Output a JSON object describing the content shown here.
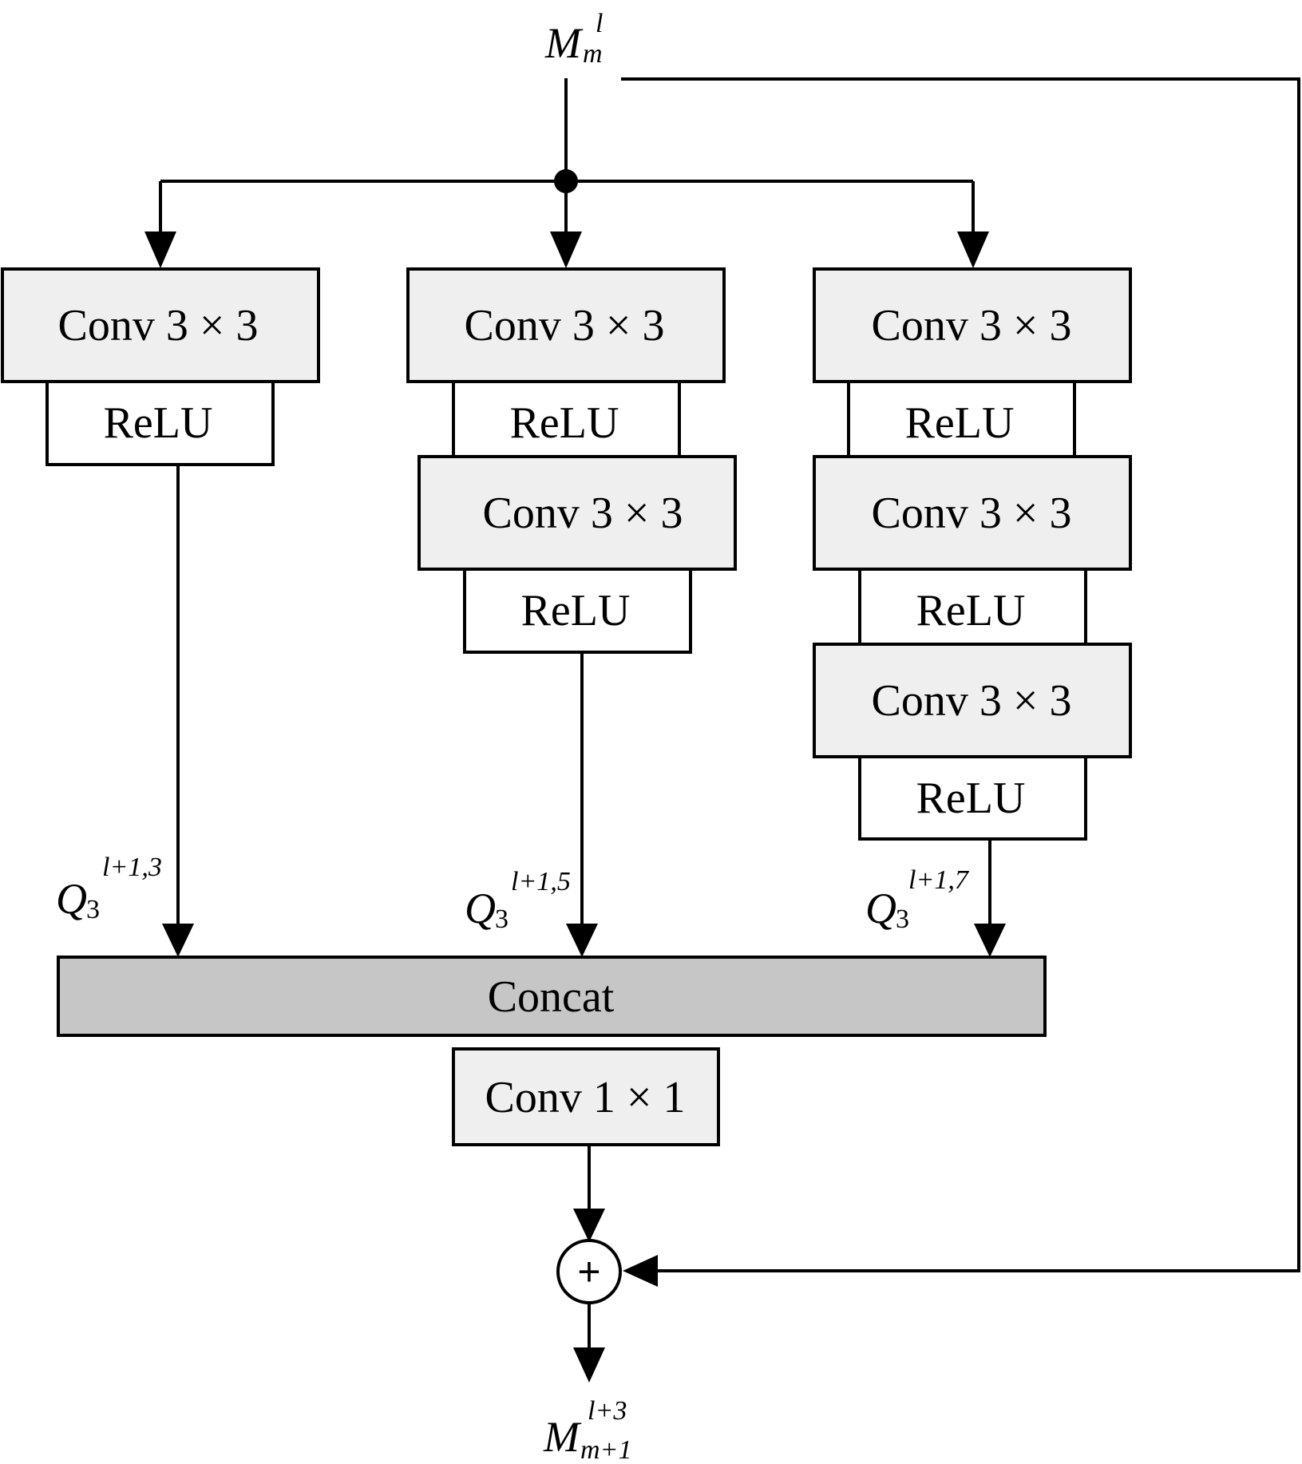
{
  "colors": {
    "conv_fill": "#efefef",
    "relu_fill": "#ffffff",
    "concat_fill": "#c6c6c6",
    "stroke": "#000000"
  },
  "labels": {
    "conv3": "Conv 3 × 3",
    "relu": "ReLU",
    "concat": "Concat",
    "conv1": "Conv 1 × 1",
    "plus": "+"
  },
  "input": {
    "base": "M",
    "sub": "m",
    "sup": "l"
  },
  "output": {
    "base": "M",
    "sub": "m+1",
    "sup": "l+3"
  },
  "branch_outputs": [
    {
      "base": "Q",
      "sub": "3",
      "sup": "l+1,3"
    },
    {
      "base": "Q",
      "sub": "3",
      "sup": "l+1,5"
    },
    {
      "base": "Q",
      "sub": "3",
      "sup": "l+1,7"
    }
  ]
}
